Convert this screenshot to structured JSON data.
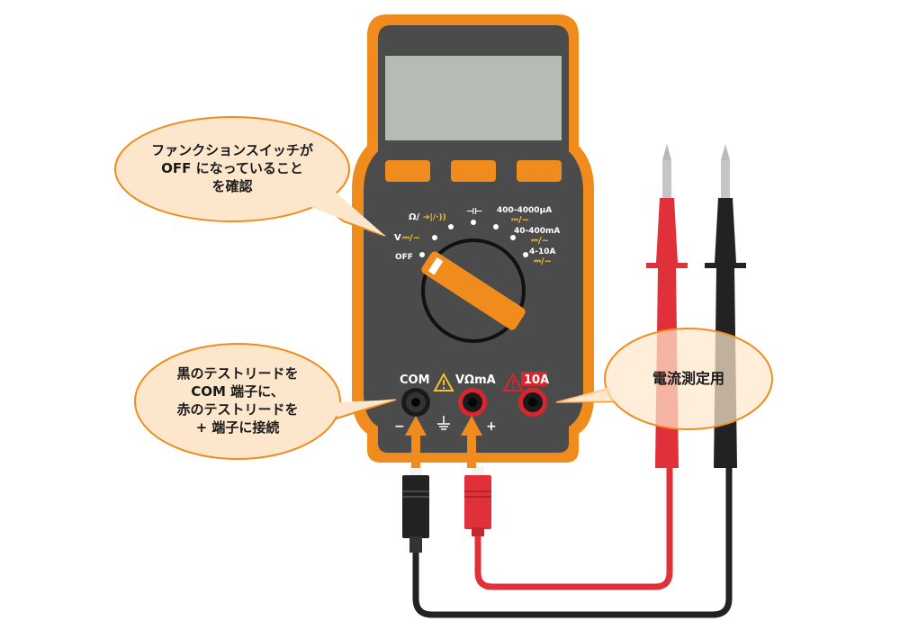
{
  "callouts": {
    "function_switch": {
      "lines": [
        "ファンクションスイッチが",
        "OFF になっていること",
        "を確認"
      ]
    },
    "leads": {
      "lines": [
        "黒のテストリードを",
        "COM 端子に、",
        "赤のテストリードを",
        "+ 端子に接続"
      ]
    },
    "current": {
      "lines": [
        "電流測定用"
      ]
    }
  },
  "dial_labels": {
    "off": "OFF",
    "v": "V",
    "v_sym": "⎓/~",
    "ohm": "Ω/",
    "ohm_sym": "➔|/·))",
    "cap": "⊣⊢",
    "ua": "400-4000μA",
    "ua_sym": "⎓/~",
    "ma": "40-400mA",
    "ma_sym": "⎓/~",
    "a": "4-10A",
    "a_sym": "⎓/~"
  },
  "terminals": {
    "com": "COM",
    "vma": "VΩmA",
    "ten_a": "10A",
    "minus": "−",
    "plus": "+"
  },
  "colors": {
    "body_orange": "#f08c1e",
    "panel": "#4b4b4b",
    "lcd": "#b5bcb3",
    "accent_yellow": "#f3c12c",
    "lead_red": "#e0303a",
    "lead_black": "#222222",
    "warning_red": "#d9262c"
  }
}
